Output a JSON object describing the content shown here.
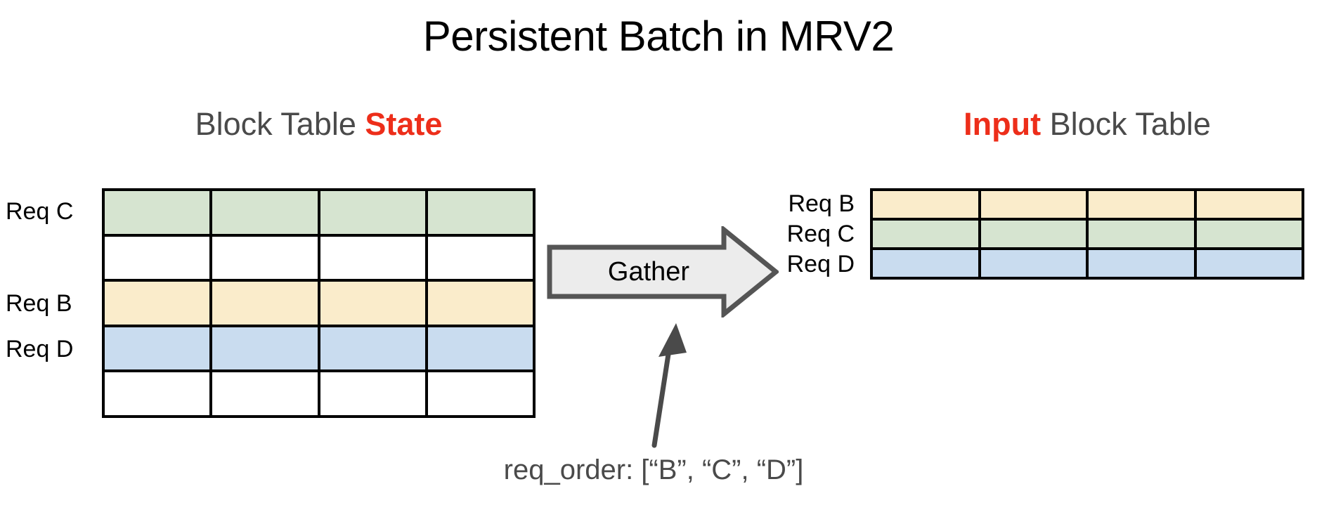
{
  "title": "Persistent Batch in MRV2",
  "colors": {
    "accent_red": "#ED2E1A",
    "heading_gray": "#4a4a4a",
    "cell_green": "#D6E4D0",
    "cell_yellow": "#FAECCB",
    "cell_blue": "#C9DCEF",
    "cell_empty": "#FFFFFF",
    "grid_black": "#000000",
    "arrow_fill": "#ECECEC",
    "arrow_stroke": "#555555",
    "pointer_arrow": "#4a4a4a"
  },
  "left_panel": {
    "heading": {
      "prefix": "Block Table ",
      "accent": "State",
      "suffix": ""
    },
    "columns": 4,
    "rows": [
      {
        "label": "Req C",
        "color": "#D6E4D0",
        "filled": true
      },
      {
        "label": "",
        "color": "#FFFFFF",
        "filled": false
      },
      {
        "label": "Req B",
        "color": "#FAECCB",
        "filled": true
      },
      {
        "label": "Req D",
        "color": "#C9DCEF",
        "filled": true
      },
      {
        "label": "",
        "color": "#FFFFFF",
        "filled": false
      }
    ]
  },
  "right_panel": {
    "heading": {
      "prefix": "",
      "accent": "Input",
      "suffix": " Block Table"
    },
    "columns": 4,
    "rows": [
      {
        "label": "Req B",
        "color": "#FAECCB",
        "filled": true
      },
      {
        "label": "Req C",
        "color": "#D6E4D0",
        "filled": true
      },
      {
        "label": "Req D",
        "color": "#C9DCEF",
        "filled": true
      }
    ]
  },
  "gather_arrow": {
    "label": "Gather",
    "direction": "right"
  },
  "caption": "req_order: [“B”, “C”, “D”]"
}
